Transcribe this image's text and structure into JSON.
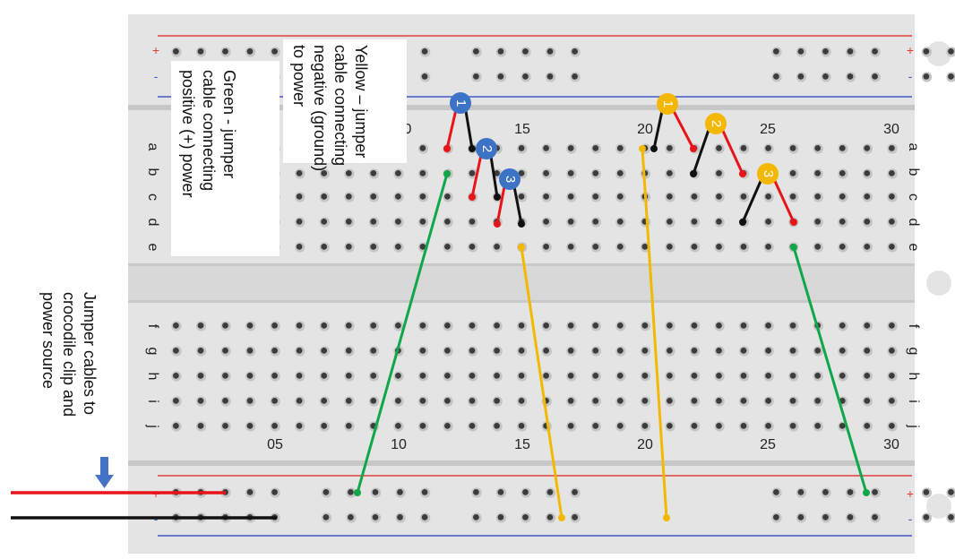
{
  "breadboard": {
    "row_labels_top": [
      "a",
      "b",
      "c",
      "d",
      "e"
    ],
    "row_labels_bottom": [
      "f",
      "g",
      "h",
      "i",
      "j"
    ],
    "column_numbers_top": [
      "15",
      "20",
      "25",
      "30"
    ],
    "column_numbers_bottom": [
      "05",
      "10",
      "15",
      "20",
      "25",
      "30"
    ],
    "column_number_partial": "0",
    "rail_plus": "+",
    "rail_minus": "-"
  },
  "annotations": {
    "yellow_note": "Yellow – jumper\ncable connecting\nnegative (ground)\nto power",
    "green_note": "Green - jumper\ncable connecting\npositive (+) power",
    "jumper_note": "Jumper cables to\ncrocodile clip and\npower source"
  },
  "markers": {
    "blue": [
      "1",
      "2",
      "3"
    ],
    "yellow": [
      "1",
      "2",
      "3"
    ]
  },
  "colors": {
    "board": "#e4e4e4",
    "red_wire": "#e8141a",
    "black_wire": "#111111",
    "green_wire": "#10a64a",
    "yellow_wire": "#f5b800",
    "blue_marker": "#3d73c7",
    "yellow_marker": "#f5b800",
    "rail_red": "#e03c3c",
    "rail_blue": "#4256c8"
  }
}
